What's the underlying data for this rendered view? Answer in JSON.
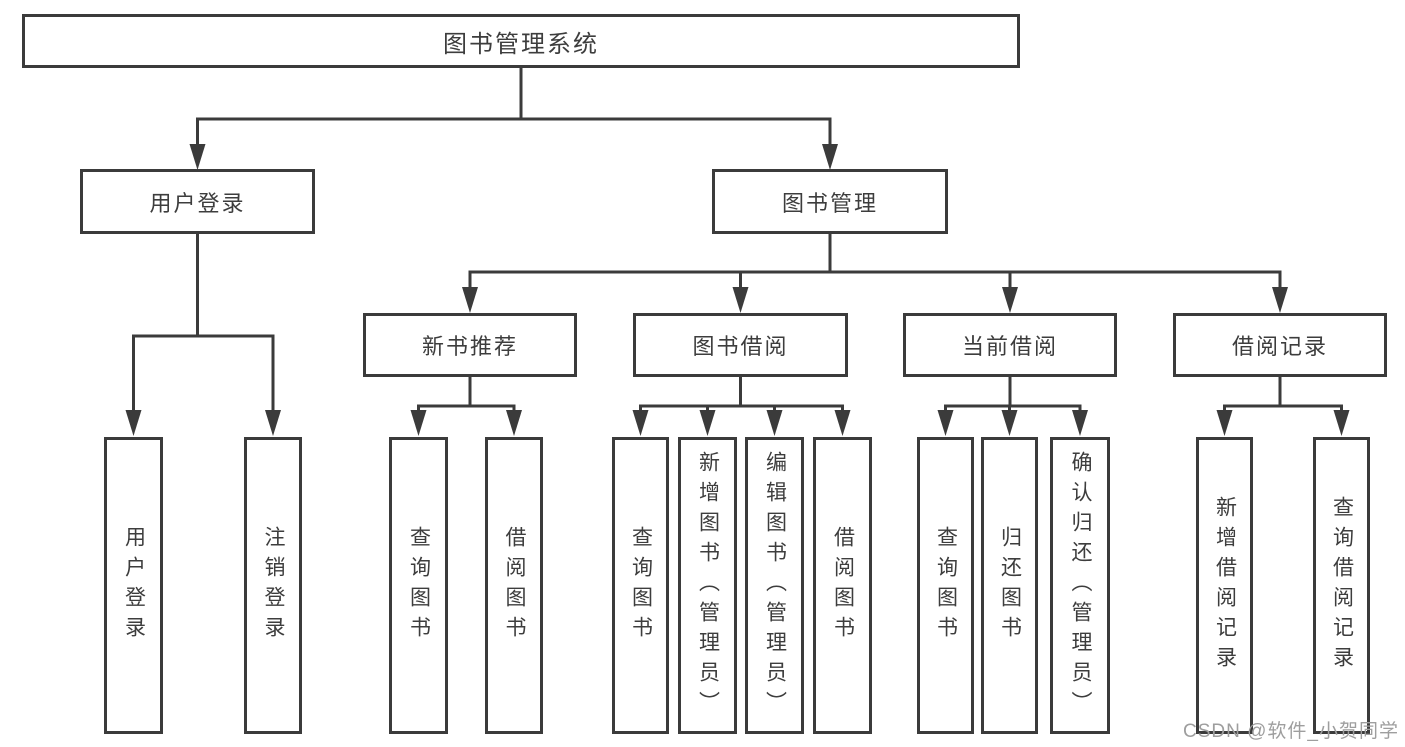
{
  "colors": {
    "line": "#3b3b3b",
    "text": "#3d3d3d",
    "background": "#ffffff",
    "watermark": "#9e9e9e"
  },
  "tree": {
    "label": "图书管理系统",
    "children": [
      {
        "label": "用户登录",
        "children": [
          {
            "label": "用户登录"
          },
          {
            "label": "注销登录"
          }
        ]
      },
      {
        "label": "图书管理",
        "children": [
          {
            "label": "新书推荐",
            "children": [
              {
                "label": "查询图书"
              },
              {
                "label": "借阅图书"
              }
            ]
          },
          {
            "label": "图书借阅",
            "children": [
              {
                "label": "查询图书"
              },
              {
                "label": "新增图书（管理员）"
              },
              {
                "label": "编辑图书（管理员）"
              },
              {
                "label": "借阅图书"
              }
            ]
          },
          {
            "label": "当前借阅",
            "children": [
              {
                "label": "查询图书"
              },
              {
                "label": "归还图书"
              },
              {
                "label": "确认归还（管理员）"
              }
            ]
          },
          {
            "label": "借阅记录",
            "children": [
              {
                "label": "新增借阅记录"
              },
              {
                "label": "查询借阅记录"
              }
            ]
          }
        ]
      }
    ]
  },
  "watermark": {
    "text": "CSDN @软件_小贺同学"
  }
}
